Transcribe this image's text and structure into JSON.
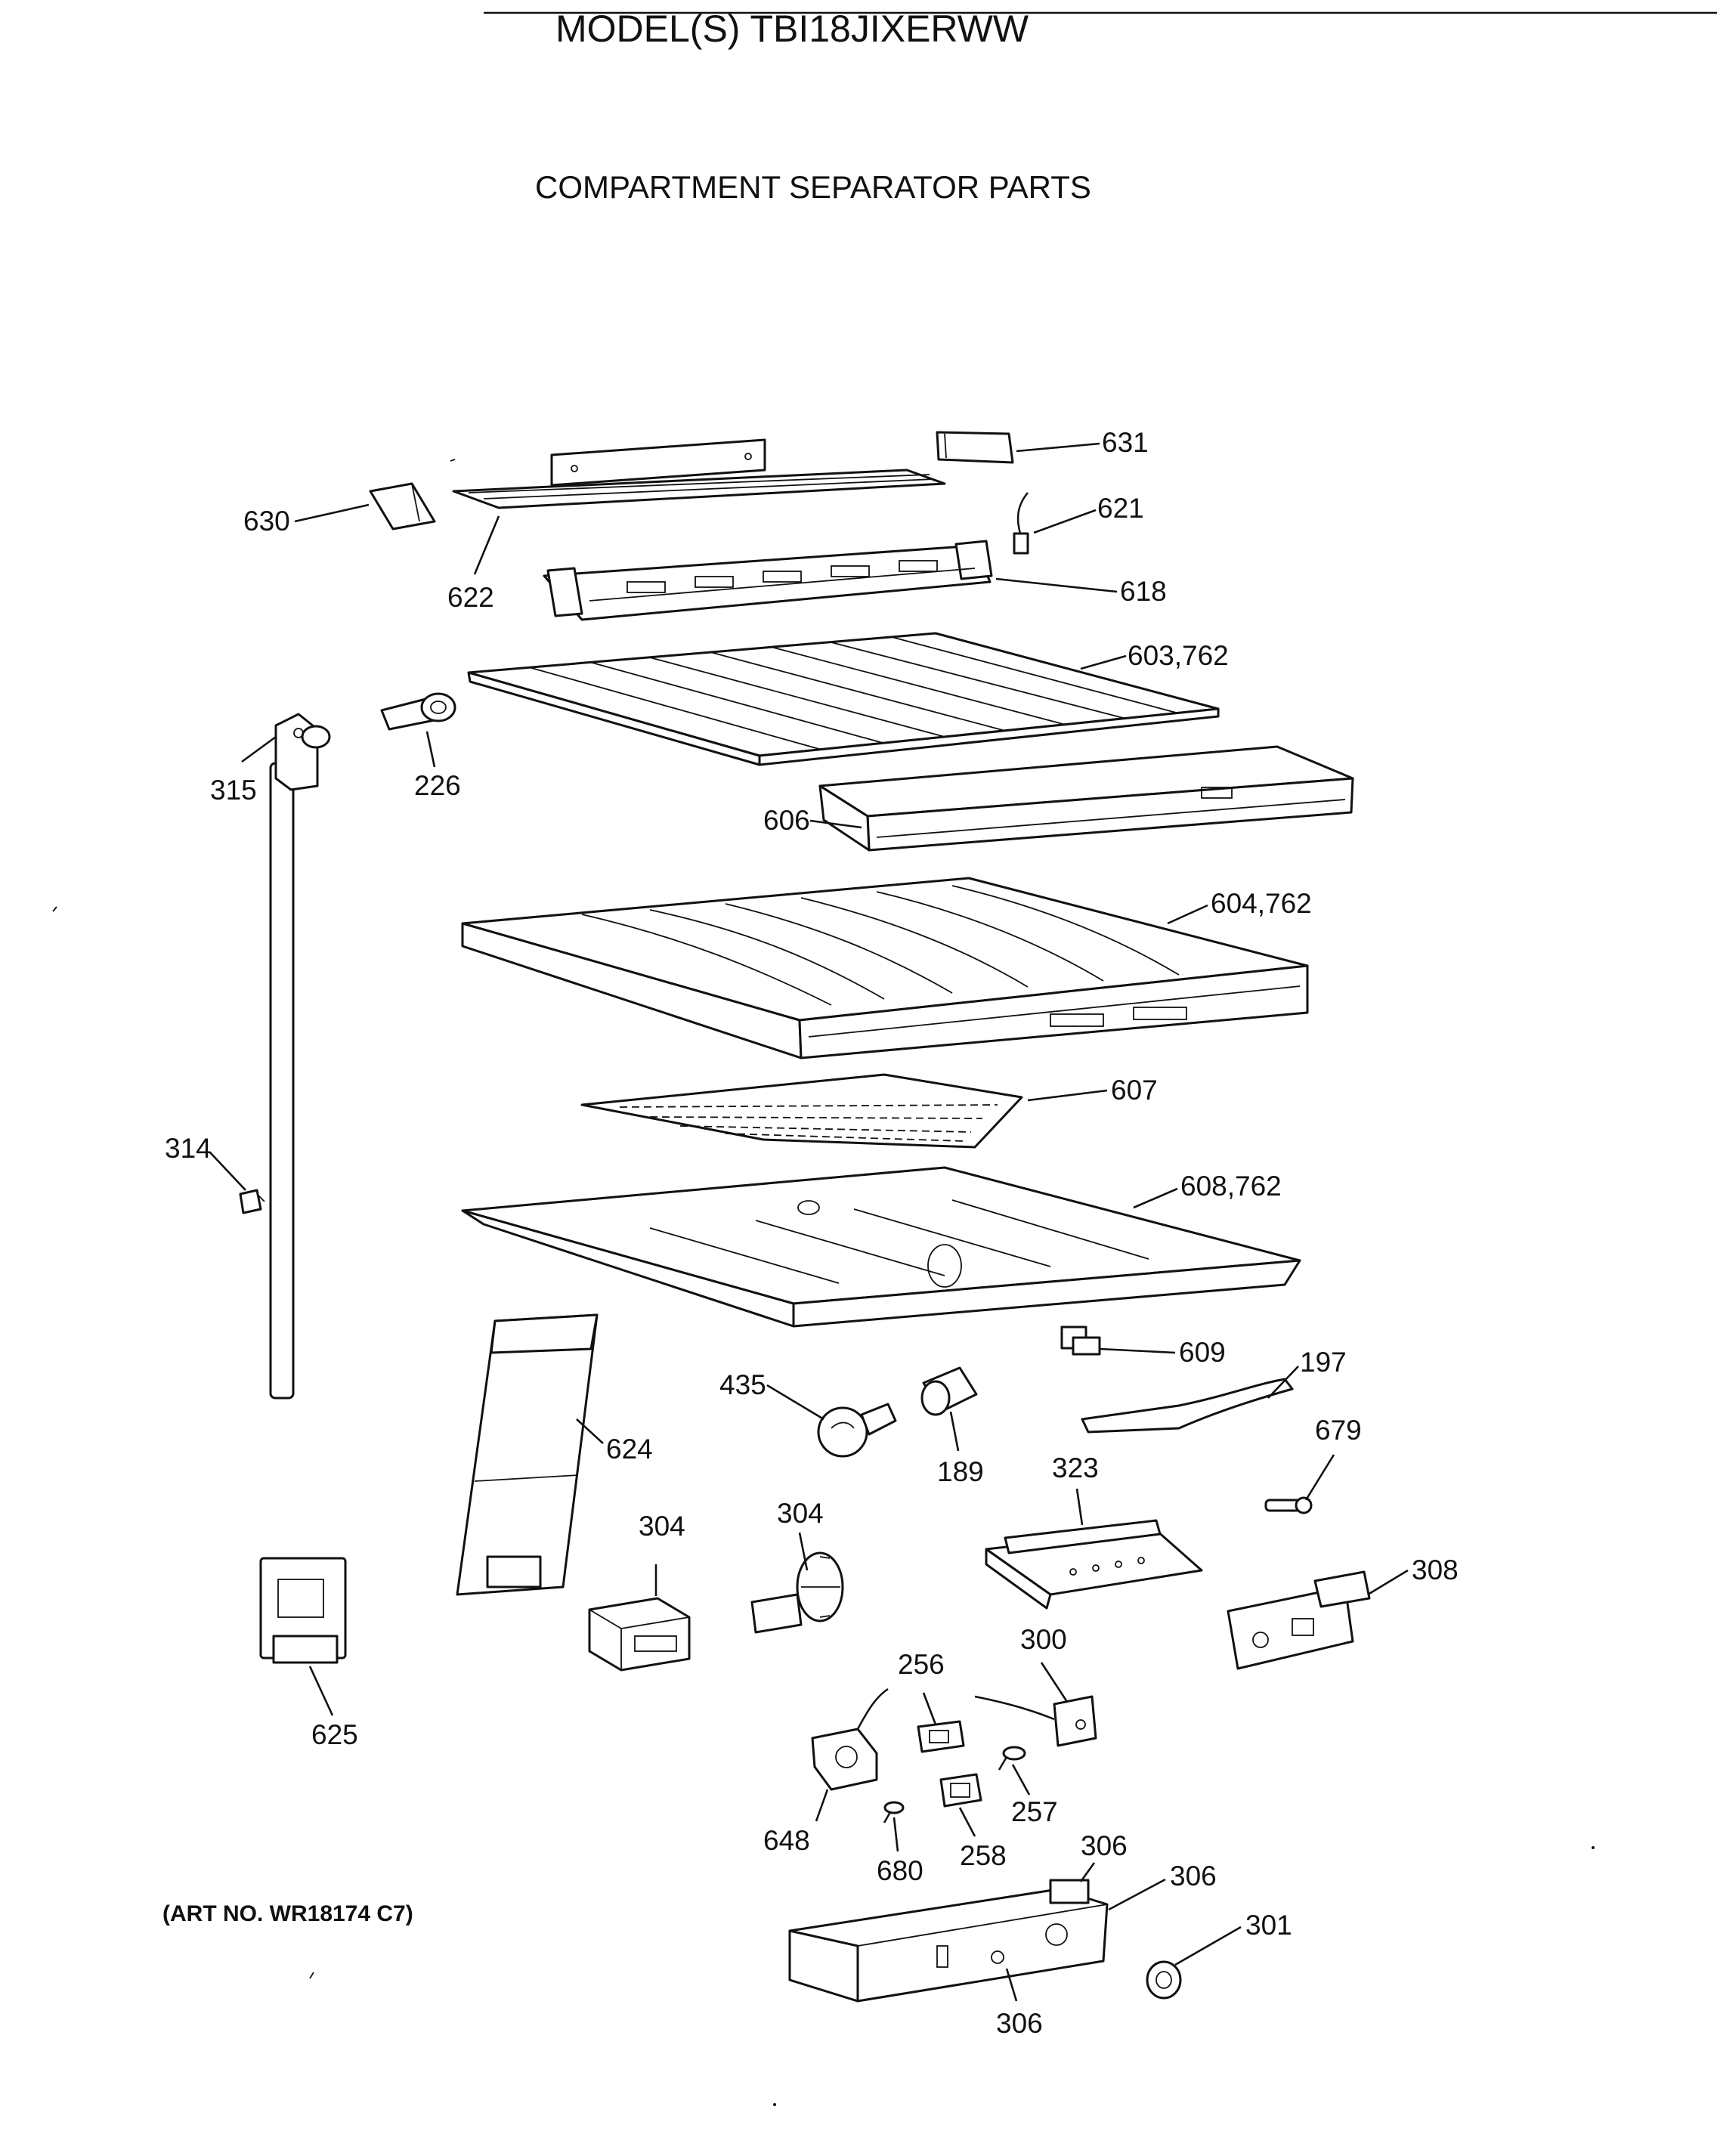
{
  "header": {
    "model": "MODEL(S) TBI18JIXERWW",
    "section": "COMPARTMENT SEPARATOR PARTS",
    "art_number": "(ART NO. WR18174 C7)"
  },
  "parts": [
    {
      "id": "p631",
      "label": "631"
    },
    {
      "id": "p621",
      "label": "621"
    },
    {
      "id": "p630",
      "label": "630"
    },
    {
      "id": "p622",
      "label": "622"
    },
    {
      "id": "p618",
      "label": "618"
    },
    {
      "id": "p603",
      "label": "603,762"
    },
    {
      "id": "p315",
      "label": "315"
    },
    {
      "id": "p226",
      "label": "226"
    },
    {
      "id": "p606",
      "label": "606"
    },
    {
      "id": "p604",
      "label": "604,762"
    },
    {
      "id": "p607",
      "label": "607"
    },
    {
      "id": "p314",
      "label": "314"
    },
    {
      "id": "p608",
      "label": "608,762"
    },
    {
      "id": "p609",
      "label": "609"
    },
    {
      "id": "p197",
      "label": "197"
    },
    {
      "id": "p435",
      "label": "435"
    },
    {
      "id": "p624",
      "label": "624"
    },
    {
      "id": "p189",
      "label": "189"
    },
    {
      "id": "p679",
      "label": "679"
    },
    {
      "id": "p323",
      "label": "323"
    },
    {
      "id": "p304a",
      "label": "304"
    },
    {
      "id": "p304b",
      "label": "304"
    },
    {
      "id": "p308",
      "label": "308"
    },
    {
      "id": "p300",
      "label": "300"
    },
    {
      "id": "p256",
      "label": "256"
    },
    {
      "id": "p625",
      "label": "625"
    },
    {
      "id": "p257",
      "label": "257"
    },
    {
      "id": "p648",
      "label": "648"
    },
    {
      "id": "p258",
      "label": "258"
    },
    {
      "id": "p680",
      "label": "680"
    },
    {
      "id": "p306a",
      "label": "306"
    },
    {
      "id": "p306b",
      "label": "306"
    },
    {
      "id": "p301",
      "label": "301"
    },
    {
      "id": "p306c",
      "label": "306"
    }
  ]
}
